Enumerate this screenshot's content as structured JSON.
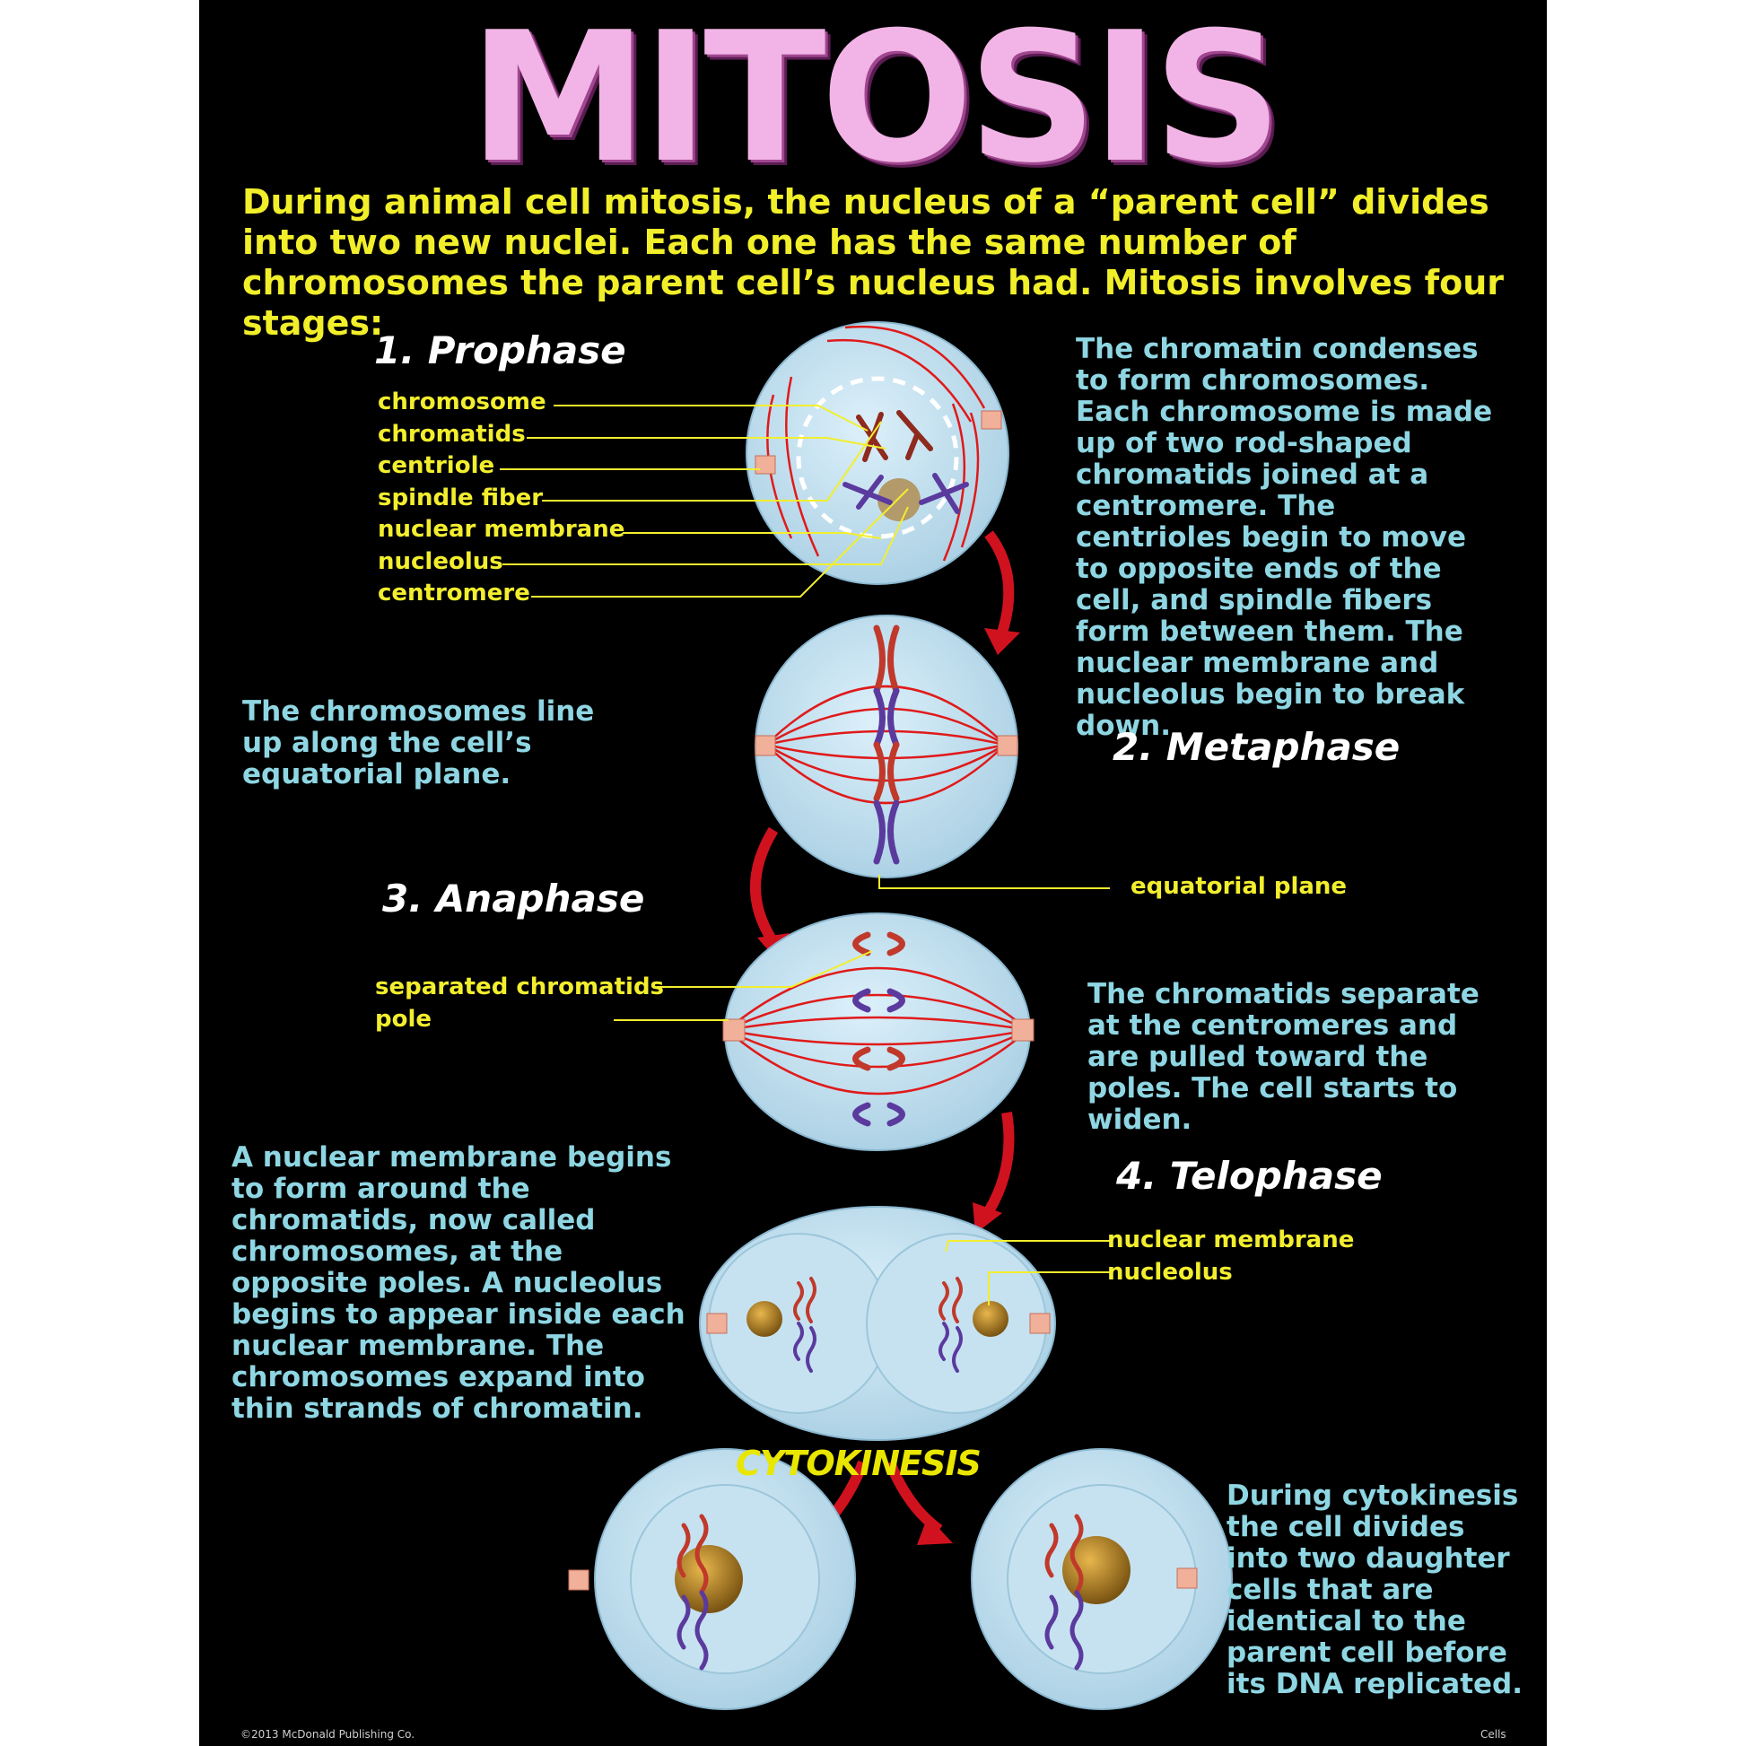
{
  "title": "MITOSIS",
  "intro": "During animal cell mitosis, the nucleus of a “parent cell” divides into two new nuclei. Each one has the same number of chromosomes the parent cell’s nucleus had. Mitosis involves four stages:",
  "prophase": {
    "heading": "1. Prophase",
    "labels": [
      "chromosome",
      "chromatids",
      "centriole",
      "spindle fiber",
      "nuclear membrane",
      "nucleolus",
      "centromere"
    ],
    "description": "The chromatin condenses to form chromosomes. Each chromosome is made up of two rod-shaped chromatids joined at a centromere. The centrioles begin to move to opposite ends of the cell, and spindle fibers form between them. The nuclear membrane and nucleolus begin to break down."
  },
  "metaphase": {
    "heading": "2. Metaphase",
    "description": "The chromosomes line up along the cell’s equatorial plane.",
    "label_equatorial": "equatorial plane"
  },
  "anaphase": {
    "heading": "3. Anaphase",
    "label_chromatids": "separated chromatids",
    "label_pole": "pole",
    "description": "The chromatids separate at the centromeres and are pulled toward the poles. The cell starts to widen."
  },
  "telophase": {
    "heading": "4. Telophase",
    "label_membrane": "nuclear membrane",
    "label_nucleolus": "nucleolus",
    "description": "A nuclear membrane begins to form around the chromatids, now called chromosomes, at the opposite poles. A nucleolus begins to appear inside each nuclear membrane. The chromosomes expand into thin strands of chromatin."
  },
  "cytokinesis": {
    "heading": "CYTOKINESIS",
    "description": "During cytokinesis the cell divides into two daughter cells that are identical to the parent cell before its DNA replicated."
  },
  "footer": {
    "copyright": "©2013 McDonald Publishing Co.",
    "topic": "Cells"
  },
  "colors": {
    "background": "#000000",
    "title": "#f2b4e6",
    "intro": "#f1ee2a",
    "description": "#8fd6e3",
    "label": "#f2ee2e",
    "cell": "#c8e4f2",
    "spindle": "#e01a1a",
    "arrow": "#d0121f",
    "chromosome_red": "#c0392b",
    "chromosome_purple": "#5b3a9e"
  }
}
